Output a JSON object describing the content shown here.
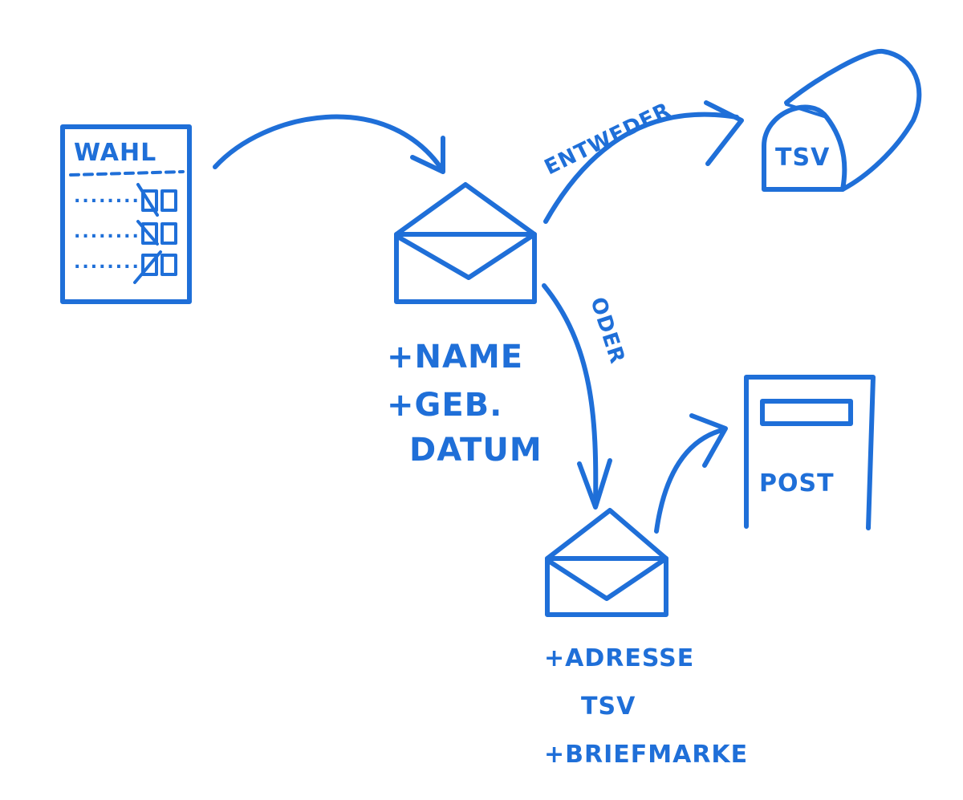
{
  "ballot": {
    "title": "WAHL",
    "rows": [
      "........",
      "........",
      "........"
    ]
  },
  "branch_labels": {
    "either": "ENTWEDER",
    "or": "ODER"
  },
  "ballot_box": {
    "label": "TSV"
  },
  "mailbox": {
    "label": "POST"
  },
  "envelope_one": {
    "notes": [
      "+NAME",
      "+GEB.",
      "DATUM"
    ]
  },
  "envelope_two": {
    "notes": [
      "+ADRESSE",
      "TSV",
      "+BRIEFMARKE"
    ]
  },
  "colors": {
    "ink": "#1f6fd8",
    "paper": "#ffffff"
  }
}
